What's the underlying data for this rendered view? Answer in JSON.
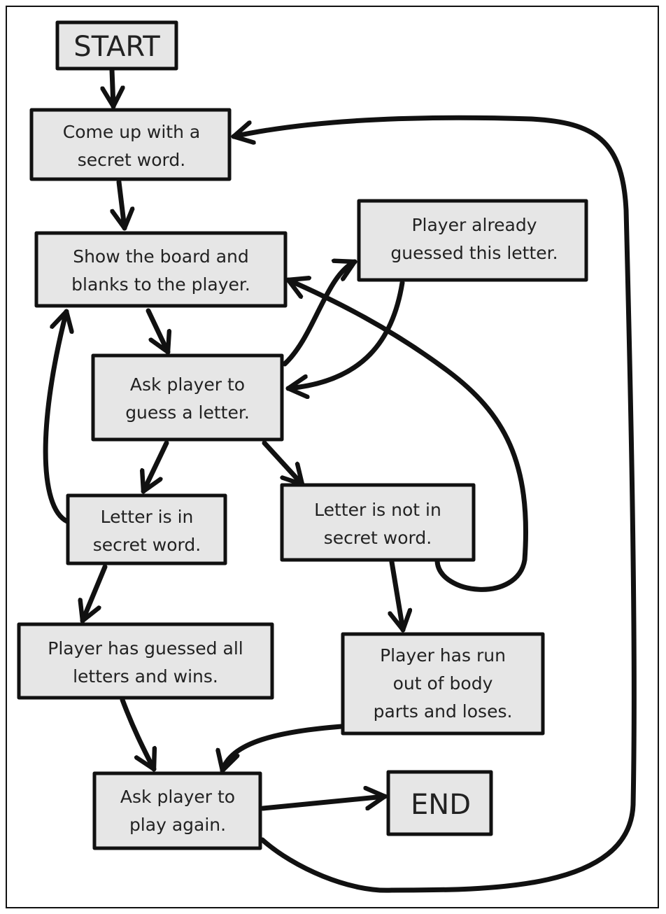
{
  "nodes": {
    "start": [
      "START"
    ],
    "secret": [
      "Come up with a",
      "secret word."
    ],
    "show": [
      "Show the board and",
      "blanks to the player."
    ],
    "already": [
      "Player already",
      "guessed this letter."
    ],
    "ask": [
      "Ask player to",
      "guess a letter."
    ],
    "in_word": [
      "Letter is in",
      "secret word."
    ],
    "not_in": [
      "Letter is not in",
      "secret word."
    ],
    "wins": [
      "Player has guessed all",
      "letters and wins."
    ],
    "loses": [
      "Player has run",
      "out of body",
      "parts and loses."
    ],
    "again": [
      "Ask player to",
      "play again."
    ],
    "end": [
      "END"
    ]
  },
  "colors": {
    "box_fill": "#e6e6e6",
    "stroke": "#111111"
  }
}
